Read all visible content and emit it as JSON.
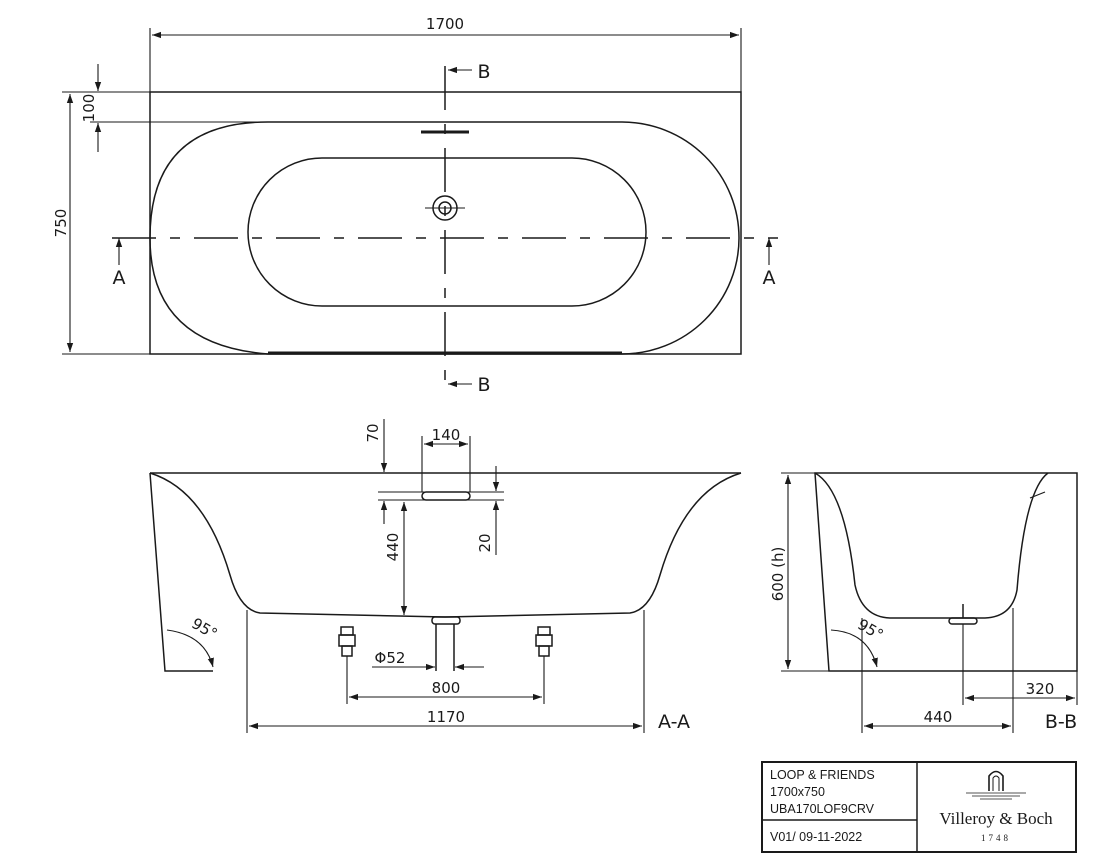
{
  "dimensions": {
    "overall_length": "1700",
    "overall_width": "750",
    "rim_offset": "100",
    "overflow_depth": "70",
    "overflow_width": "140",
    "overflow_height": "20",
    "overflow_to_floor": "440",
    "waste_diameter": "Φ52",
    "feet_spacing": "800",
    "floor_length": "1170",
    "side_angle_a": "95°",
    "height": "600 (h)",
    "side_angle_b": "95°",
    "waste_from_wall": "320",
    "floor_depth": "440"
  },
  "section_marks": {
    "a": "A",
    "b": "B",
    "section_a_label": "A-A",
    "section_b_label": "B-B"
  },
  "title_block": {
    "product": "LOOP & FRIENDS",
    "size": "1700x750",
    "code": "UBA170LOF9CRV",
    "revision": "V01/ 09-11-2022",
    "brand": "Villeroy & Boch",
    "brand_year": "1748"
  }
}
